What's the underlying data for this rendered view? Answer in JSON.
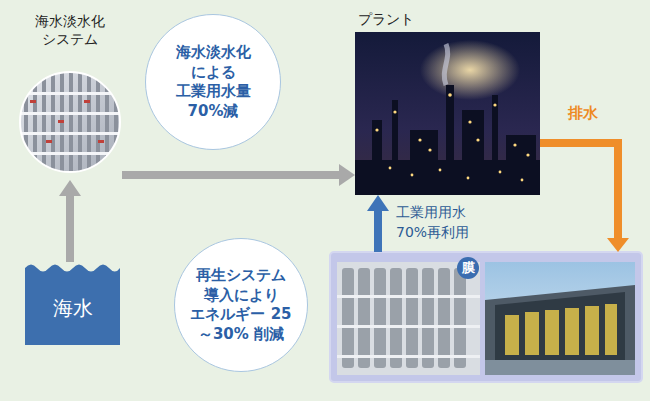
{
  "diagram": {
    "nodes": [
      {
        "text": [
          "海水淡水化 システム"
        ]
      },
      {
        "text": [
          "海水淡水化 による 工業用水量 70%減"
        ]
      },
      {
        "text": [
          "プラント"
        ]
      },
      {
        "text": [
          "再生システム 導入により エネルギー 25～30% 削減"
        ]
      },
      {
        "text": [
          "海水"
        ]
      },
      {
        "text": [
          "膜"
        ]
      }
    ],
    "edges": [
      {
        "from": 4,
        "to": 0,
        "arrow": "to"
      },
      {
        "from": 0,
        "to": 2,
        "arrow": "to"
      },
      {
        "from": 2,
        "to": 5,
        "label": "排水",
        "arrow": "to"
      },
      {
        "from": 5,
        "to": 2,
        "label": "工業用用水 70%再利用",
        "arrow": "to"
      }
    ]
  }
}
